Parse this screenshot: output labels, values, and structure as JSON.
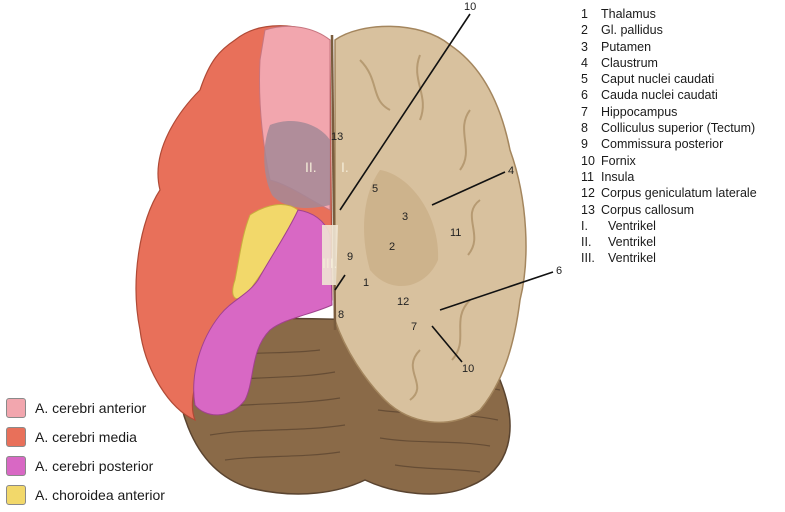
{
  "key": [
    {
      "num": "1",
      "label": "Thalamus"
    },
    {
      "num": "2",
      "label": "Gl. pallidus"
    },
    {
      "num": "3",
      "label": "Putamen"
    },
    {
      "num": "4",
      "label": "Claustrum"
    },
    {
      "num": "5",
      "label": "Caput nuclei caudati"
    },
    {
      "num": "6",
      "label": "Cauda nuclei caudati"
    },
    {
      "num": "7",
      "label": "Hippocampus"
    },
    {
      "num": "8",
      "label": "Colliculus superior (Tectum)"
    },
    {
      "num": "9",
      "label": "Commissura posterior"
    },
    {
      "num": "10",
      "label": "Fornix"
    },
    {
      "num": "11",
      "label": "Insula"
    },
    {
      "num": "12",
      "label": "Corpus geniculatum laterale"
    },
    {
      "num": "13",
      "label": "Corpus callosum"
    },
    {
      "num": "I.",
      "label": "Ventrikel"
    },
    {
      "num": "II.",
      "label": "Ventrikel"
    },
    {
      "num": "III.",
      "label": "Ventrikel"
    }
  ],
  "legend": [
    {
      "label": "A. cerebri anterior",
      "color": "#f2a6ae"
    },
    {
      "label": "A. cerebri media",
      "color": "#e8705a"
    },
    {
      "label": "A. cerebri posterior",
      "color": "#d868c4"
    },
    {
      "label": "A. choroidea anterior",
      "color": "#f2d86a"
    }
  ],
  "image_labels": {
    "n1": "1",
    "n2": "2",
    "n3": "3",
    "n4": "4",
    "n5": "5",
    "n6": "6",
    "n7": "7",
    "n8": "8",
    "n9": "9",
    "n10_top": "10",
    "n10_bottom": "10",
    "n11": "11",
    "n12": "12",
    "n13": "13",
    "v1": "I.",
    "v2": "II.",
    "v3": "III."
  },
  "colors": {
    "tissue": "#d8c19e",
    "tissue_dark": "#b89a70",
    "cerebellum": "#8a6a48",
    "anterior": "#f2a6ae",
    "media": "#e8705a",
    "posterior": "#d868c4",
    "choroidea": "#f2d86a"
  }
}
